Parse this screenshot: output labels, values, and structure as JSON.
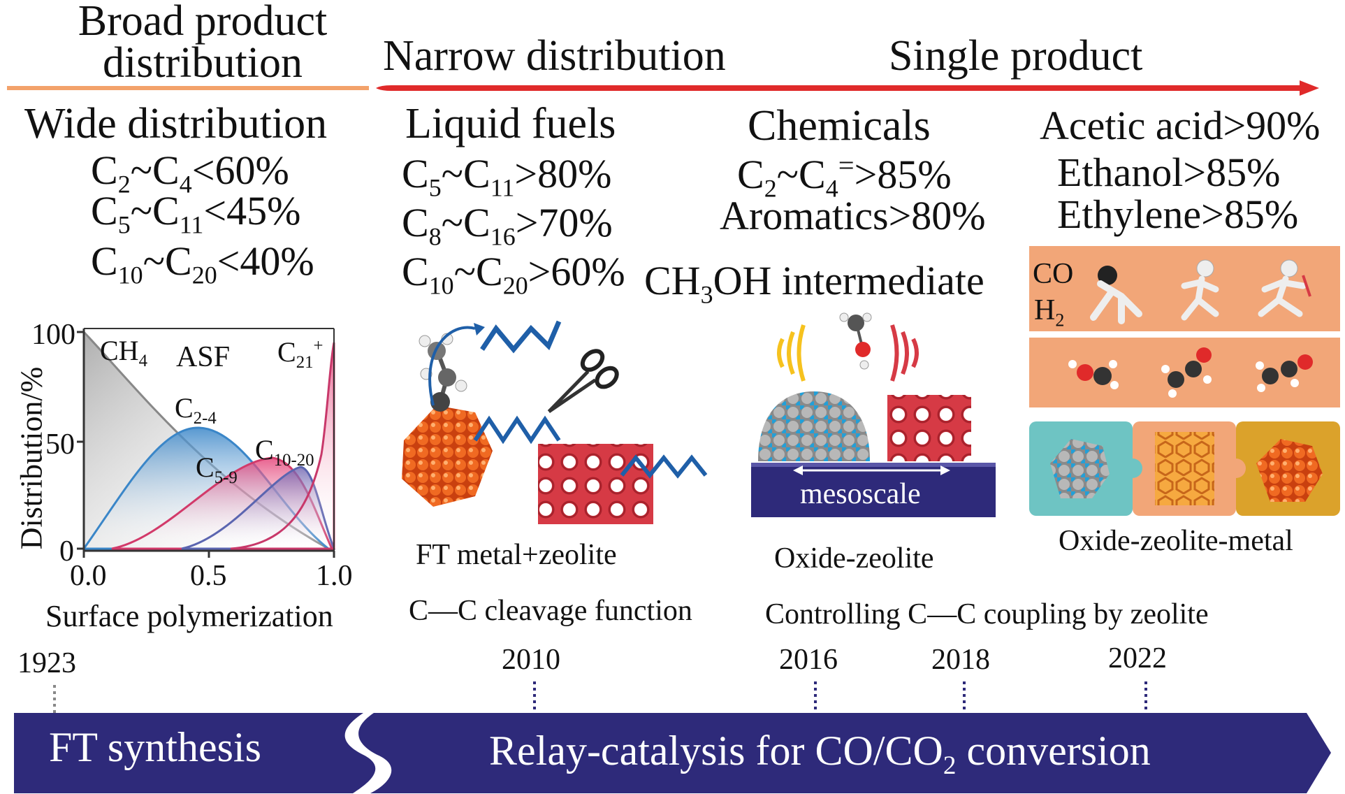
{
  "phases": {
    "broad": "Broad product distribution",
    "narrow": "Narrow distribution",
    "single": "Single product"
  },
  "wide": {
    "title": "Wide distribution",
    "rows": [
      {
        "a": "C",
        "a_sub": "2",
        "sep": "~C",
        "b_sub": "4",
        "tail": "<60%"
      },
      {
        "a": "C",
        "a_sub": "5",
        "sep": "~C",
        "b_sub": "11",
        "tail": "<45%"
      },
      {
        "a": "C",
        "a_sub": "10",
        "sep": "~C",
        "b_sub": "20",
        "tail": "<40%"
      }
    ]
  },
  "liquid": {
    "title": "Liquid fuels",
    "rows": [
      {
        "a": "C",
        "a_sub": "5",
        "sep": "~C",
        "b_sub": "11",
        "tail": ">80%"
      },
      {
        "a": "C",
        "a_sub": "8",
        "sep": "~C",
        "b_sub": "16",
        "tail": ">70%"
      },
      {
        "a": "C",
        "a_sub": "10",
        "sep": "~C",
        "b_sub": "20",
        "tail": ">60%"
      }
    ]
  },
  "chemicals": {
    "title": "Chemicals",
    "olefin": {
      "a": "C",
      "a_sub": "2",
      "sep": "~C",
      "b_sub": "4",
      "sup": "=",
      "tail": ">85%"
    },
    "aromatics": "Aromatics>80%",
    "ch3oh": {
      "pre": "CH",
      "sub": "3",
      "post": "OH intermediate"
    }
  },
  "products": {
    "acetic": "Acetic acid>90%",
    "ethanol": "Ethanol>85%",
    "ethylene": "Ethylene>85%"
  },
  "asf_chart": {
    "ylabel": "Distribution/%",
    "xlabel": "Surface polymerization",
    "yticks": [
      "100",
      "50",
      "0"
    ],
    "xticks": [
      "0.0",
      "0.5",
      "1.0"
    ],
    "labels": {
      "ch4": {
        "main": "CH",
        "sub": "4"
      },
      "asf": "ASF",
      "c2_4": {
        "main": "C",
        "sub": "2-4"
      },
      "c5_9": {
        "main": "C",
        "sub": "5-9"
      },
      "c10_20": {
        "main": "C",
        "sub": "10-20"
      },
      "c21": {
        "main": "C",
        "sub": "21",
        "sup": "+"
      }
    }
  },
  "co_h2": {
    "co": "CO",
    "h": "H",
    "h_sub": "2"
  },
  "mesoscale": "mesoscale",
  "captions": {
    "ft_metal": "FT metal+zeolite",
    "oxide_zeolite": "Oxide-zeolite",
    "oxide_zeolite_metal": "Oxide-zeolite-metal"
  },
  "functions": {
    "cleavage": "C—C cleavage function",
    "coupling": "Controlling C—C coupling by zeolite"
  },
  "years": [
    "1923",
    "2010",
    "2016",
    "2018",
    "2022"
  ],
  "bar": {
    "ft": "FT synthesis",
    "relay_pre": "Relay-catalysis for CO/CO",
    "relay_sub": "2",
    "relay_post": " conversion"
  },
  "colors": {
    "bar": "#2e2a7a",
    "timeline_red": "#e02a2a",
    "timeline_orange": "#f3a26b",
    "panel_orange": "#f2a678",
    "zeolite_red": "#d63a45",
    "particle_orange": "#e8571a",
    "wave_blue": "#1f5fa8"
  }
}
